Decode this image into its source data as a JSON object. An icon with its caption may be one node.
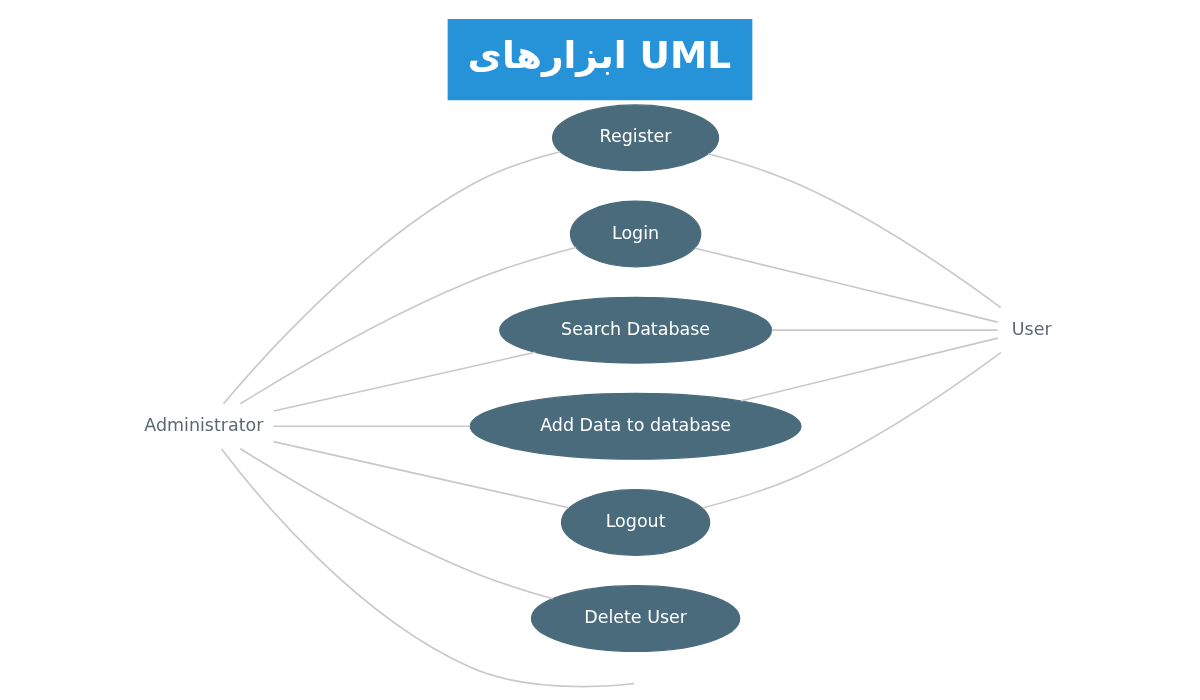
{
  "diagram": {
    "title": "ابزارهای UML",
    "nodes": [
      {
        "text": [
          "Administrator"
        ]
      },
      {
        "text": [
          "Register"
        ]
      },
      {
        "text": [
          "Login"
        ]
      },
      {
        "text": [
          "Search Database"
        ]
      },
      {
        "text": [
          "Add Data to database"
        ]
      },
      {
        "text": [
          "Logout"
        ]
      },
      {
        "text": [
          "Delete User"
        ]
      },
      {
        "text": [
          "User"
        ]
      }
    ],
    "edges": [
      {
        "from": 0,
        "to": 1,
        "arrow": "none"
      },
      {
        "from": 0,
        "to": 2,
        "arrow": "none"
      },
      {
        "from": 0,
        "to": 3,
        "arrow": "none"
      },
      {
        "from": 0,
        "to": 4,
        "arrow": "none"
      },
      {
        "from": 0,
        "to": 5,
        "arrow": "none"
      },
      {
        "from": 0,
        "to": 6,
        "arrow": "none"
      },
      {
        "from": 0,
        "to": null,
        "arrow": "none"
      },
      {
        "from": 1,
        "to": 7,
        "arrow": "none"
      },
      {
        "from": 2,
        "to": 7,
        "arrow": "none"
      },
      {
        "from": 3,
        "to": 7,
        "arrow": "none"
      },
      {
        "from": 4,
        "to": 7,
        "arrow": "none"
      },
      {
        "from": 5,
        "to": 7,
        "arrow": "none"
      }
    ]
  }
}
